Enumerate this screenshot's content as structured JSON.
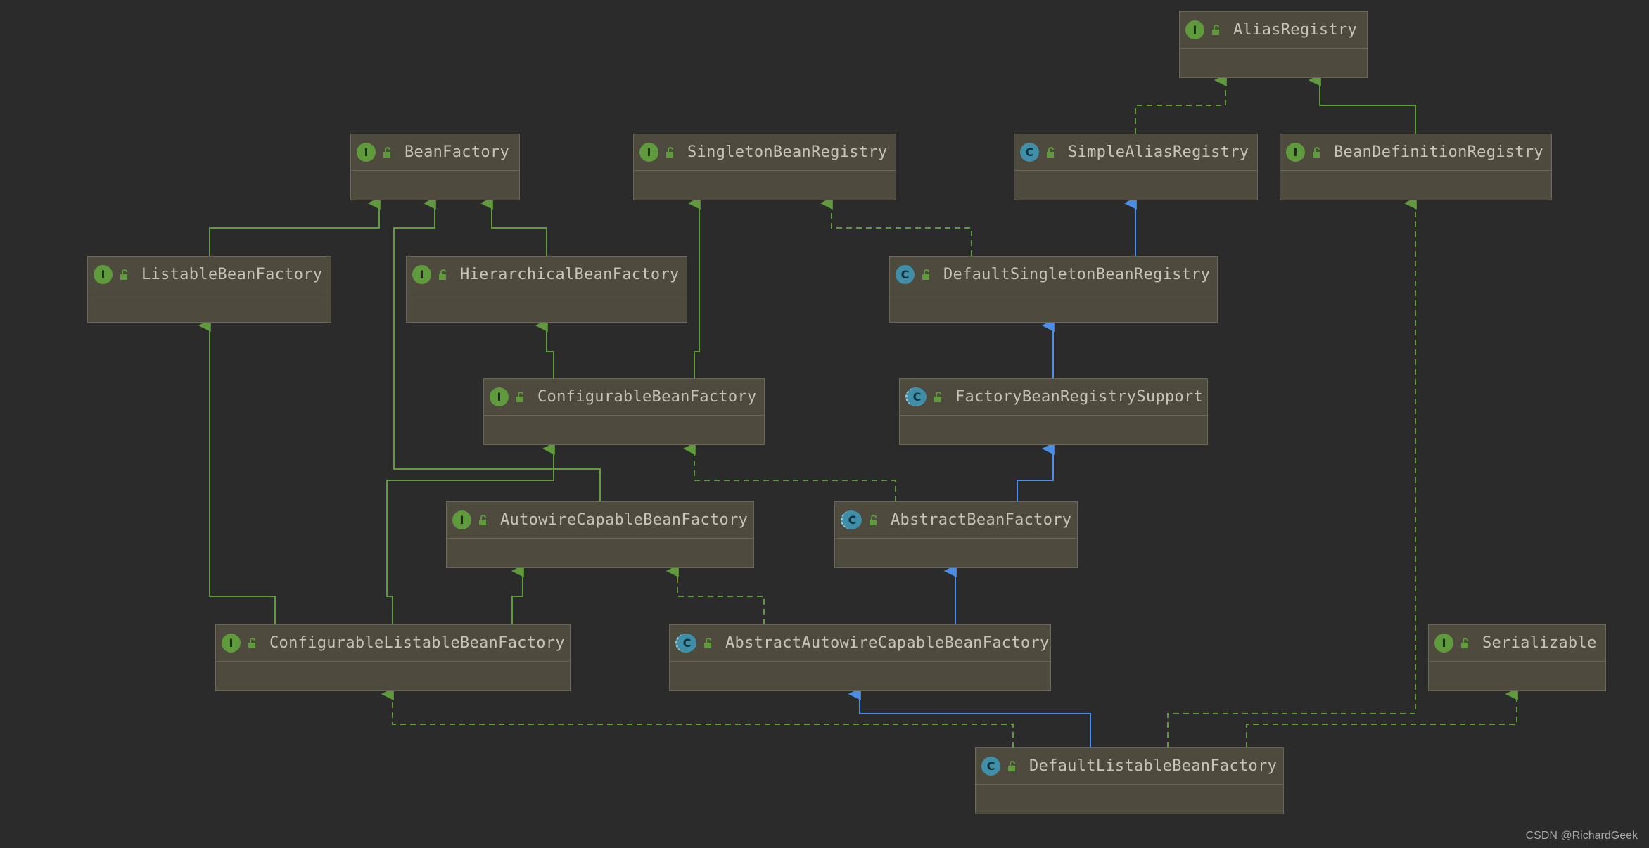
{
  "nodes": {
    "alias_registry": {
      "name": "AliasRegistry",
      "kind": "I"
    },
    "bean_factory": {
      "name": "BeanFactory",
      "kind": "I"
    },
    "singleton_bean_registry": {
      "name": "SingletonBeanRegistry",
      "kind": "I"
    },
    "simple_alias_registry": {
      "name": "SimpleAliasRegistry",
      "kind": "C"
    },
    "bean_definition_registry": {
      "name": "BeanDefinitionRegistry",
      "kind": "I"
    },
    "listable_bean_factory": {
      "name": "ListableBeanFactory",
      "kind": "I"
    },
    "hierarchical_bean_factory": {
      "name": "HierarchicalBeanFactory",
      "kind": "I"
    },
    "default_singleton_bean_registry": {
      "name": "DefaultSingletonBeanRegistry",
      "kind": "C"
    },
    "configurable_bean_factory": {
      "name": "ConfigurableBeanFactory",
      "kind": "I"
    },
    "factory_bean_registry_support": {
      "name": "FactoryBeanRegistrySupport",
      "kind": "C"
    },
    "autowire_capable_bean_factory": {
      "name": "AutowireCapableBeanFactory",
      "kind": "I"
    },
    "abstract_bean_factory": {
      "name": "AbstractBeanFactory",
      "kind": "C"
    },
    "configurable_listable_bean_factory": {
      "name": "ConfigurableListableBeanFactory",
      "kind": "I"
    },
    "abstract_autowire_capable_bean_factory": {
      "name": "AbstractAutowireCapableBeanFactory",
      "kind": "C"
    },
    "serializable": {
      "name": "Serializable",
      "kind": "I"
    },
    "default_listable_bean_factory": {
      "name": "DefaultListableBeanFactory",
      "kind": "C"
    }
  },
  "edges": [
    {
      "from": "simple_alias_registry",
      "to": "alias_registry",
      "relation": "implements"
    },
    {
      "from": "bean_definition_registry",
      "to": "alias_registry",
      "relation": "extends-interface"
    },
    {
      "from": "listable_bean_factory",
      "to": "bean_factory",
      "relation": "extends-interface"
    },
    {
      "from": "hierarchical_bean_factory",
      "to": "bean_factory",
      "relation": "extends-interface"
    },
    {
      "from": "autowire_capable_bean_factory",
      "to": "bean_factory",
      "relation": "extends-interface"
    },
    {
      "from": "default_singleton_bean_registry",
      "to": "simple_alias_registry",
      "relation": "extends-class"
    },
    {
      "from": "default_singleton_bean_registry",
      "to": "singleton_bean_registry",
      "relation": "implements"
    },
    {
      "from": "configurable_bean_factory",
      "to": "hierarchical_bean_factory",
      "relation": "extends-interface"
    },
    {
      "from": "configurable_bean_factory",
      "to": "singleton_bean_registry",
      "relation": "extends-interface"
    },
    {
      "from": "factory_bean_registry_support",
      "to": "default_singleton_bean_registry",
      "relation": "extends-class"
    },
    {
      "from": "abstract_bean_factory",
      "to": "factory_bean_registry_support",
      "relation": "extends-class"
    },
    {
      "from": "abstract_bean_factory",
      "to": "configurable_bean_factory",
      "relation": "implements"
    },
    {
      "from": "configurable_listable_bean_factory",
      "to": "listable_bean_factory",
      "relation": "extends-interface"
    },
    {
      "from": "configurable_listable_bean_factory",
      "to": "configurable_bean_factory",
      "relation": "extends-interface"
    },
    {
      "from": "configurable_listable_bean_factory",
      "to": "autowire_capable_bean_factory",
      "relation": "extends-interface"
    },
    {
      "from": "abstract_autowire_capable_bean_factory",
      "to": "abstract_bean_factory",
      "relation": "extends-class"
    },
    {
      "from": "abstract_autowire_capable_bean_factory",
      "to": "autowire_capable_bean_factory",
      "relation": "implements"
    },
    {
      "from": "default_listable_bean_factory",
      "to": "abstract_autowire_capable_bean_factory",
      "relation": "extends-class"
    },
    {
      "from": "default_listable_bean_factory",
      "to": "configurable_listable_bean_factory",
      "relation": "implements"
    },
    {
      "from": "default_listable_bean_factory",
      "to": "bean_definition_registry",
      "relation": "implements"
    },
    {
      "from": "default_listable_bean_factory",
      "to": "serializable",
      "relation": "implements"
    }
  ],
  "colors": {
    "background": "#2b2b2b",
    "node_fill": "#4e4a3e",
    "interface_badge": "#5f9a3c",
    "class_badge": "#3f8fa8",
    "interface_edge": "#5f9a3c",
    "class_edge": "#4b8ee8"
  },
  "watermark": "CSDN @RichardGeek"
}
